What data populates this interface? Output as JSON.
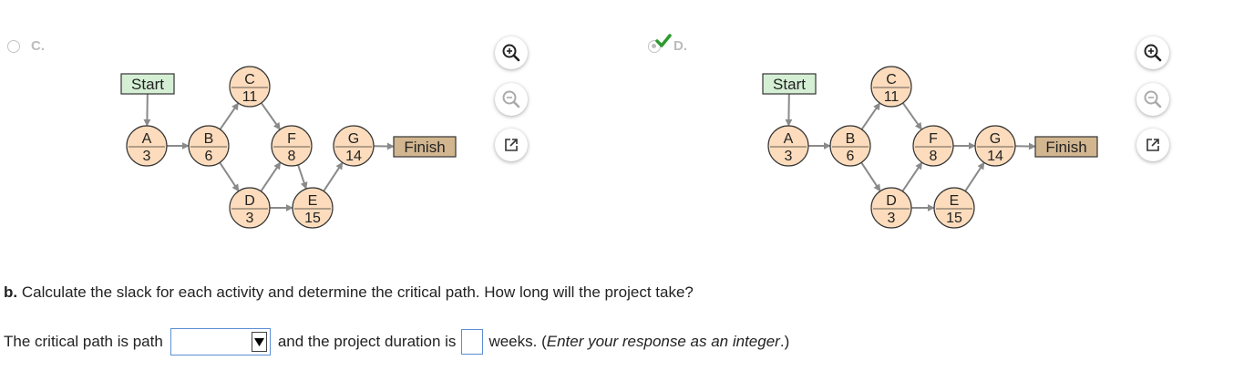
{
  "options": [
    {
      "letter": "C.",
      "selected": false,
      "nodes": [
        {
          "id": "A",
          "label": "A",
          "value": "3"
        },
        {
          "id": "B",
          "label": "B",
          "value": "6"
        },
        {
          "id": "C",
          "label": "C",
          "value": "11"
        },
        {
          "id": "D",
          "label": "D",
          "value": "3"
        },
        {
          "id": "E",
          "label": "E",
          "value": "15"
        },
        {
          "id": "F",
          "label": "F",
          "value": "8"
        },
        {
          "id": "G",
          "label": "G",
          "value": "14"
        }
      ],
      "start_label": "Start",
      "finish_label": "Finish",
      "edges": [
        [
          "Start",
          "A"
        ],
        [
          "A",
          "B"
        ],
        [
          "B",
          "C"
        ],
        [
          "B",
          "D"
        ],
        [
          "C",
          "F"
        ],
        [
          "D",
          "F"
        ],
        [
          "D",
          "E"
        ],
        [
          "F",
          "E"
        ],
        [
          "E",
          "G"
        ],
        [
          "G",
          "Finish"
        ]
      ]
    },
    {
      "letter": "D.",
      "selected": true,
      "nodes": [
        {
          "id": "A",
          "label": "A",
          "value": "3"
        },
        {
          "id": "B",
          "label": "B",
          "value": "6"
        },
        {
          "id": "C",
          "label": "C",
          "value": "11"
        },
        {
          "id": "D",
          "label": "D",
          "value": "3"
        },
        {
          "id": "E",
          "label": "E",
          "value": "15"
        },
        {
          "id": "F",
          "label": "F",
          "value": "8"
        },
        {
          "id": "G",
          "label": "G",
          "value": "14"
        }
      ],
      "start_label": "Start",
      "finish_label": "Finish",
      "edges": [
        [
          "Start",
          "A"
        ],
        [
          "A",
          "B"
        ],
        [
          "B",
          "C"
        ],
        [
          "B",
          "D"
        ],
        [
          "C",
          "F"
        ],
        [
          "D",
          "F"
        ],
        [
          "D",
          "E"
        ],
        [
          "E",
          "G"
        ],
        [
          "F",
          "G"
        ],
        [
          "G",
          "Finish"
        ]
      ]
    }
  ],
  "colors": {
    "node_fill": "#fcdcbc",
    "start_fill": "#d5efd5",
    "finish_fill": "#d2b690",
    "edge": "#8a8a8a",
    "check": "#2e9a2e",
    "input_border": "#5b8ed6"
  },
  "icons": [
    "zoom-in-icon",
    "zoom-out-icon",
    "open-external-icon",
    "checkmark-icon",
    "dropdown-arrow-icon"
  ],
  "question": {
    "part": "b.",
    "text": " Calculate the slack for each activity and determine the critical path. How long will the project take?"
  },
  "answer": {
    "prefix": "The critical path is path",
    "dropdown_value": "",
    "middle": "and the project duration is",
    "duration_value": "",
    "suffix": "weeks. (",
    "hint": "Enter your response as an integer",
    "hint_end": ".)"
  }
}
